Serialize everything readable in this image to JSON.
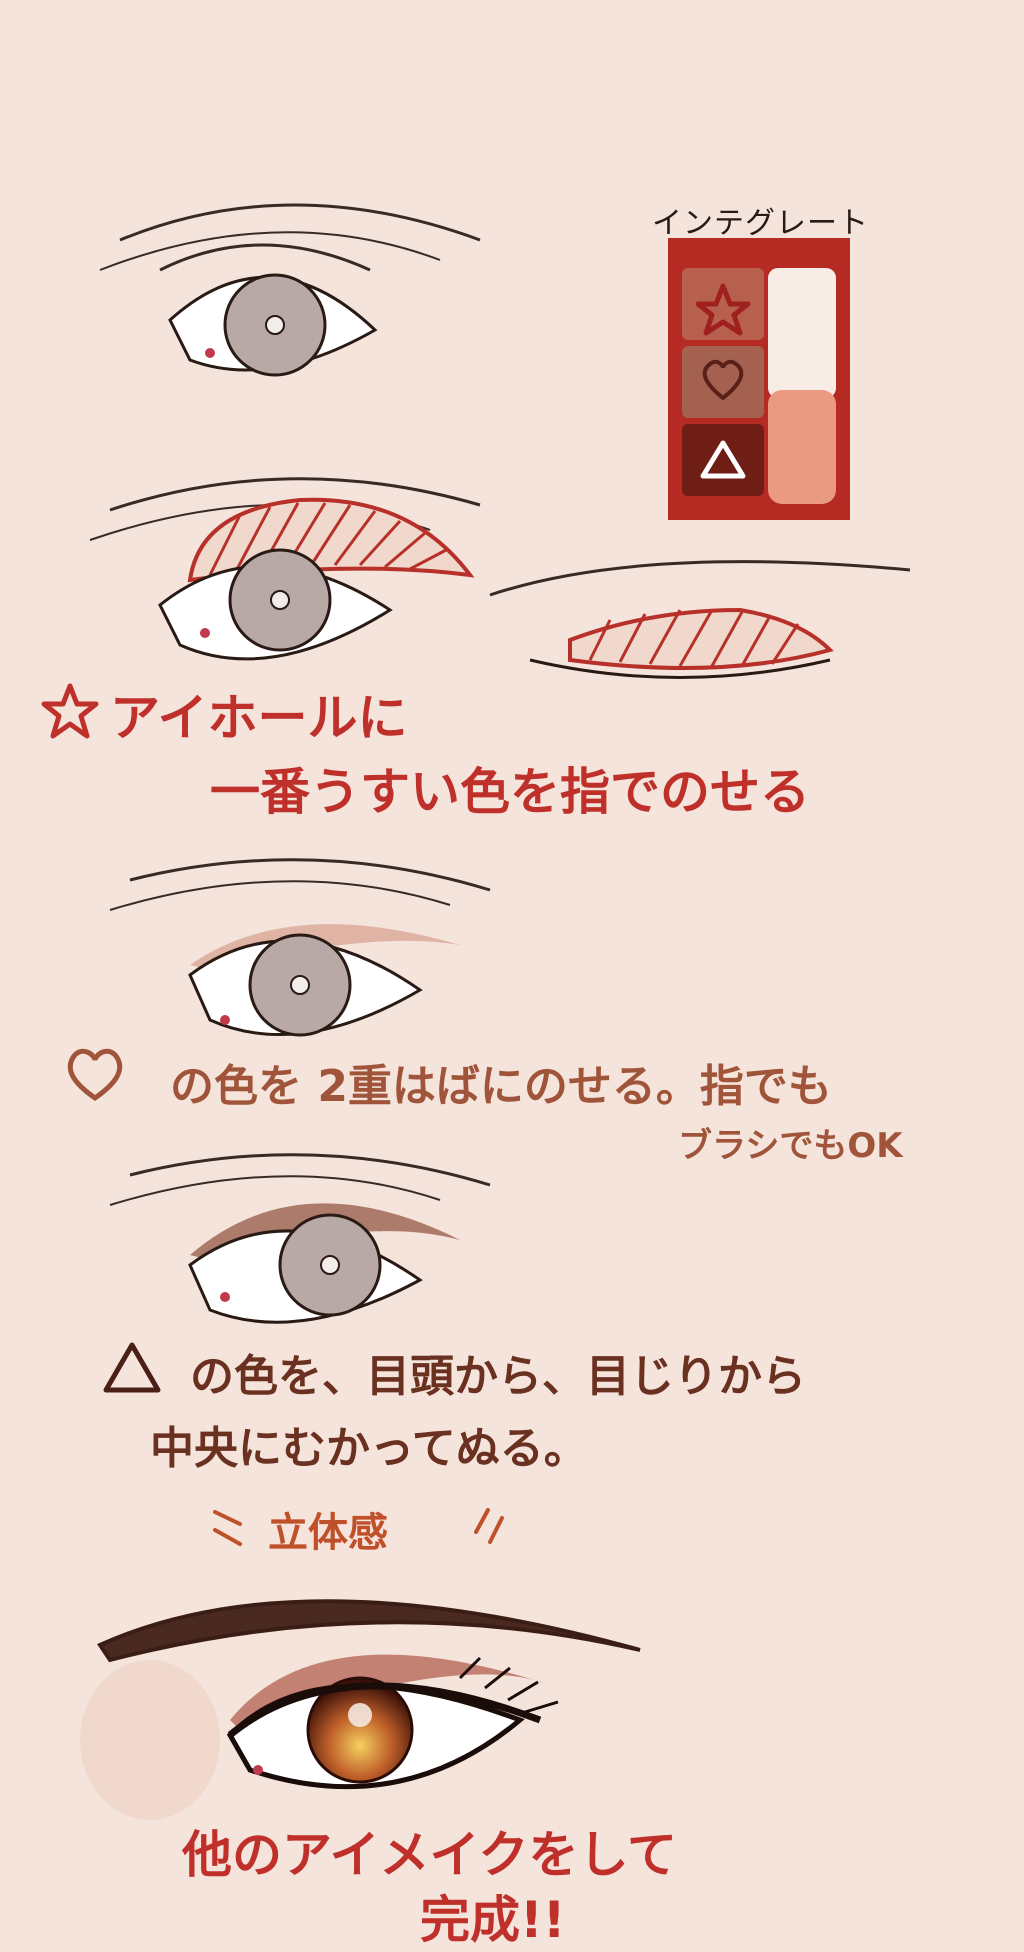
{
  "palette": {
    "title": "インテグレート",
    "colors": {
      "case": "#b52a22",
      "star": "#b8604e",
      "heart": "#a56150",
      "triangle": "#6e1e14",
      "light": "#f7ece6",
      "peach": "#e99a80"
    }
  },
  "steps": [
    {
      "marker": "star-icon",
      "lines": [
        "アイホールに",
        "一番うすい色を指でのせる"
      ]
    },
    {
      "marker": "heart-icon",
      "lines": [
        "の色を 2重はばにのせる。指でも",
        "ブラシでもOK"
      ]
    },
    {
      "marker": "triangle-icon",
      "lines": [
        "の色を、目頭から、目じりから",
        "中央にむかってぬる。"
      ],
      "note": "立体感"
    }
  ],
  "final": {
    "lines": [
      "他のアイメイクをして",
      "完成!!"
    ]
  }
}
